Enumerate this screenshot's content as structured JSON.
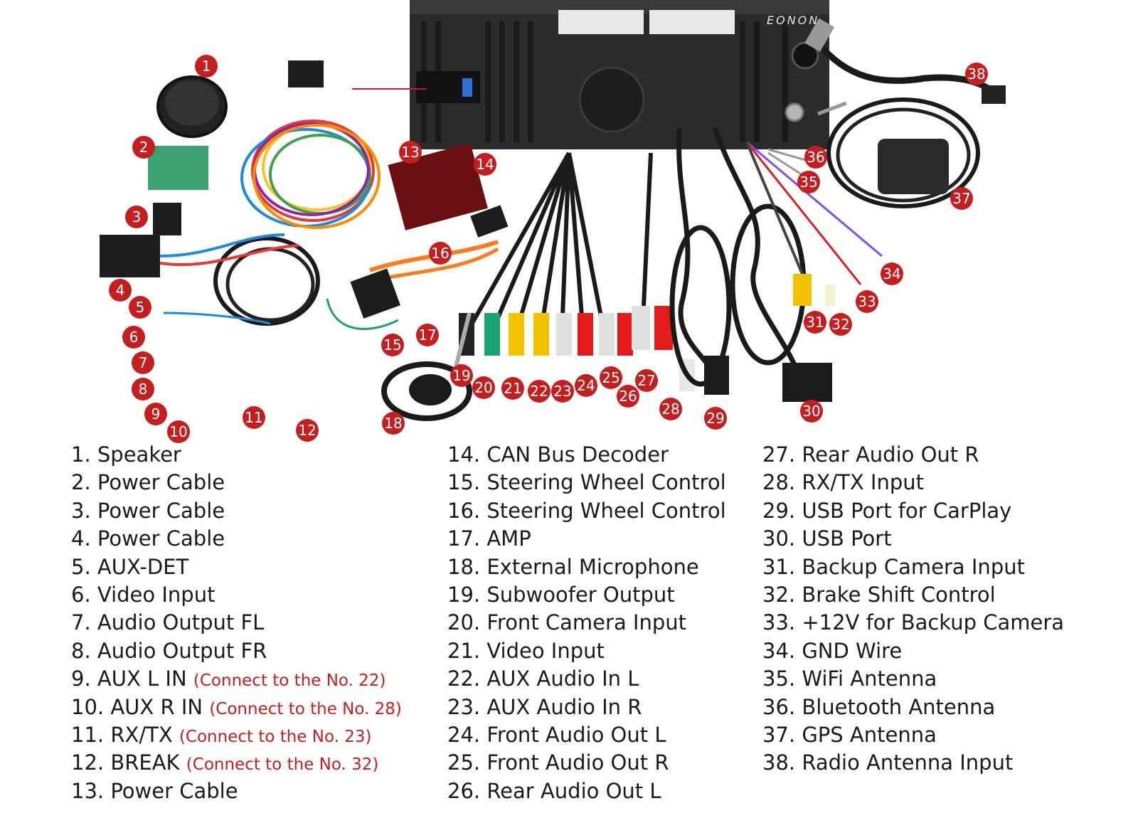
{
  "brand": "EONON",
  "colors": {
    "badge": "#c41e1e",
    "note": "#c41e1e",
    "text": "#1a1a1a"
  },
  "badges": [
    "1",
    "2",
    "3",
    "4",
    "5",
    "6",
    "7",
    "8",
    "9",
    "10",
    "11",
    "12",
    "13",
    "14",
    "15",
    "16",
    "17",
    "18",
    "19",
    "20",
    "21",
    "22",
    "23",
    "24",
    "25",
    "26",
    "27",
    "28",
    "29",
    "30",
    "31",
    "32",
    "33",
    "34",
    "35",
    "36",
    "37",
    "38"
  ],
  "legend": {
    "col1": [
      {
        "label": "1. Speaker",
        "note": ""
      },
      {
        "label": "2. Power Cable",
        "note": ""
      },
      {
        "label": "3. Power Cable",
        "note": ""
      },
      {
        "label": "4. Power Cable",
        "note": ""
      },
      {
        "label": "5. AUX-DET",
        "note": ""
      },
      {
        "label": "6. Video Input",
        "note": ""
      },
      {
        "label": "7. Audio Output FL",
        "note": ""
      },
      {
        "label": "8. Audio Output FR",
        "note": ""
      },
      {
        "label": "9. AUX L IN",
        "note": "(Connect to the No. 22)"
      },
      {
        "label": "10. AUX R IN",
        "note": "(Connect to the No. 28)"
      },
      {
        "label": "11. RX/TX",
        "note": "(Connect to the No. 23)"
      },
      {
        "label": "12. BREAK",
        "note": "(Connect to the No. 32)"
      },
      {
        "label": "13. Power Cable",
        "note": ""
      }
    ],
    "col2": [
      {
        "label": "14. CAN Bus Decoder"
      },
      {
        "label": "15. Steering Wheel Control"
      },
      {
        "label": "16. Steering Wheel Control"
      },
      {
        "label": "17. AMP"
      },
      {
        "label": "18. External Microphone"
      },
      {
        "label": "19. Subwoofer Output"
      },
      {
        "label": "20. Front Camera Input"
      },
      {
        "label": "21. Video Input"
      },
      {
        "label": "22. AUX Audio In L"
      },
      {
        "label": "23. AUX Audio In R"
      },
      {
        "label": "24. Front Audio Out L"
      },
      {
        "label": "25. Front Audio Out R"
      },
      {
        "label": "26. Rear Audio Out L"
      }
    ],
    "col3": [
      {
        "label": "27. Rear Audio Out R"
      },
      {
        "label": "28. RX/TX Input"
      },
      {
        "label": "29. USB Port for CarPlay"
      },
      {
        "label": "30. USB Port"
      },
      {
        "label": "31. Backup Camera Input"
      },
      {
        "label": "32. Brake Shift Control"
      },
      {
        "label": "33. +12V for Backup Camera"
      },
      {
        "label": "34. GND Wire"
      },
      {
        "label": "35. WiFi Antenna"
      },
      {
        "label": "36. Bluetooth Antenna"
      },
      {
        "label": "37. GPS Antenna"
      },
      {
        "label": "38. Radio Antenna Input"
      }
    ]
  }
}
